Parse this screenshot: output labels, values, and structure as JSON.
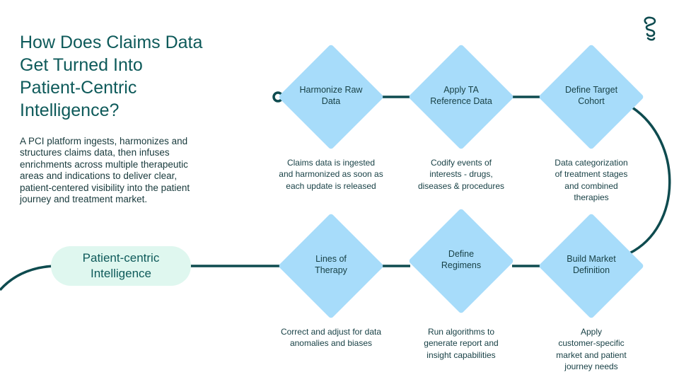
{
  "title_lines": [
    "How Does Claims Data",
    "Get Turned Into",
    "Patient-Centric",
    "Intelligence?"
  ],
  "description_lines": [
    "A PCI platform ingests, harmonizes and",
    "structures claims data, then infuses",
    "enrichments across multiple therapeutic",
    "areas and indications to deliver clear,",
    "patient-centered visibility into the patient",
    "journey and treatment market."
  ],
  "outcome": {
    "lines": [
      "Patient-centric",
      "Intelligence"
    ]
  },
  "steps": [
    {
      "label": [
        "Harmonize Raw",
        "Data"
      ],
      "caption": [
        "Claims data is ingested",
        "and harmonized as soon as",
        "each update is released"
      ]
    },
    {
      "label": [
        "Apply TA",
        "Reference Data"
      ],
      "caption": [
        "Codify events of",
        "interests - drugs,",
        "diseases & procedures"
      ]
    },
    {
      "label": [
        "Define Target",
        "Cohort"
      ],
      "caption": [
        "Data categorization",
        "of treatment stages",
        "and combined",
        "therapies"
      ]
    },
    {
      "label": [
        "Build Market",
        "Definition"
      ],
      "caption": [
        "Apply",
        "customer-specific",
        "market and patient",
        "journey needs"
      ]
    },
    {
      "label": [
        "Define",
        "Regimens"
      ],
      "caption": [
        "Run algorithms to",
        "generate report and",
        "insight capabilities"
      ]
    },
    {
      "label": [
        "Lines of",
        "Therapy"
      ],
      "caption": [
        "Correct and adjust for data",
        "anomalies and biases"
      ]
    }
  ],
  "colors": {
    "teal_dark": "#0e4b4f",
    "diamond": "#a7dcfa",
    "pill": "#dff7ef"
  },
  "icons": {
    "logo": "brand-logo-icon"
  }
}
